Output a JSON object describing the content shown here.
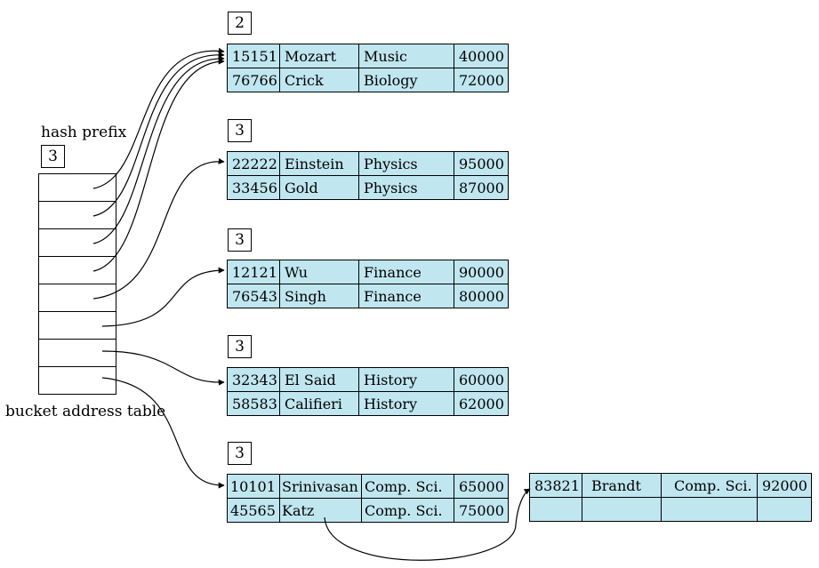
{
  "hash_prefix": {
    "label": "hash prefix",
    "value": "3"
  },
  "bucket_address_table": {
    "label": "bucket address table",
    "entries": 8
  },
  "buckets": [
    {
      "depth": "2",
      "rows": [
        [
          "15151",
          "Mozart",
          "Music",
          "40000"
        ],
        [
          "76766",
          "Crick",
          "Biology",
          "72000"
        ]
      ]
    },
    {
      "depth": "3",
      "rows": [
        [
          "22222",
          "Einstein",
          "Physics",
          "95000"
        ],
        [
          "33456",
          "Gold",
          "Physics",
          "87000"
        ]
      ]
    },
    {
      "depth": "3",
      "rows": [
        [
          "12121",
          "Wu",
          "Finance",
          "90000"
        ],
        [
          "76543",
          "Singh",
          "Finance",
          "80000"
        ]
      ]
    },
    {
      "depth": "3",
      "rows": [
        [
          "32343",
          "El Said",
          "History",
          "60000"
        ],
        [
          "58583",
          "Califieri",
          "History",
          "62000"
        ]
      ]
    },
    {
      "depth": "3",
      "rows": [
        [
          "10101",
          "Srinivasan",
          "Comp. Sci.",
          "65000"
        ],
        [
          "45565",
          "Katz",
          "Comp. Sci.",
          "75000"
        ]
      ]
    }
  ],
  "overflow_bucket": {
    "rows": [
      [
        "83821",
        "Brandt",
        "Comp. Sci.",
        "92000"
      ],
      [
        "",
        "",
        "",
        ""
      ]
    ]
  },
  "colors": {
    "bucket_fill": "#c0e6f0",
    "line": "#000000"
  }
}
